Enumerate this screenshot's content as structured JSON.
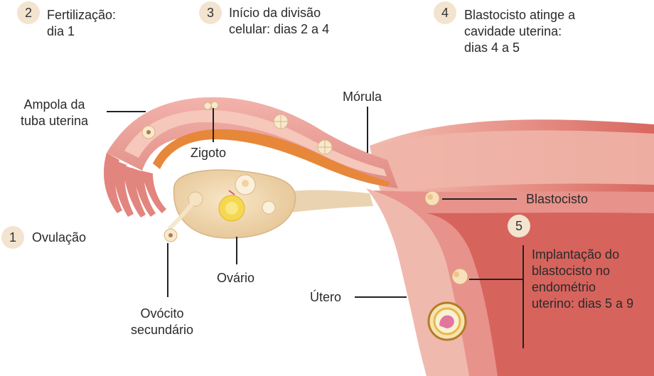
{
  "steps": [
    {
      "number": "2",
      "text": "Fertilização:\ndia 1"
    },
    {
      "number": "3",
      "text": "Início da divisão\ncelular: dias 2 a 4"
    },
    {
      "number": "4",
      "text": "Blastocisto atinge a\ncavidade uterina:\ndias 4 a 5"
    },
    {
      "number": "1",
      "text": "Ovulação"
    },
    {
      "number": "5",
      "text": "Implantação do\nblastocisto no\nendométrio\nuterino: dias 5 a 9"
    }
  ],
  "labels": {
    "ampola": "Ampola da\ntuba uterina",
    "zigoto": "Zigoto",
    "morula": "Mórula",
    "blastocisto": "Blastocisto",
    "ovario": "Ovário",
    "utero": "Útero",
    "ovocito": "Ovócito\nsecundário"
  },
  "colors": {
    "tissue": "#eaa39c",
    "tissue_dark": "#d9736e",
    "lumen": "#f5c2b5",
    "wall_orange": "#e7873a",
    "ovary": "#f1d9b0",
    "badge": "#f3e4cf"
  }
}
